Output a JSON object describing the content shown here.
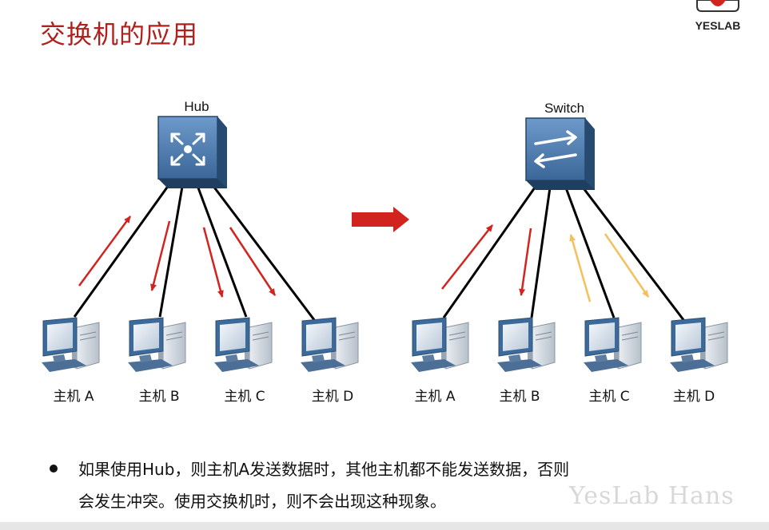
{
  "title": "交换机的应用",
  "logo": {
    "text": "YESLAB",
    "accent_color": "#d2241f"
  },
  "left_diagram": {
    "device_label": "Hub",
    "hosts": [
      "主机 A",
      "主机 B",
      "主机 C",
      "主机 D"
    ]
  },
  "right_diagram": {
    "device_label": "Switch",
    "hosts": [
      "主机 A",
      "主机 B",
      "主机 C",
      "主机 D"
    ]
  },
  "colors": {
    "title": "#b0201c",
    "red_arrow": "#d2241f",
    "yellow_arrow": "#f5c05a",
    "device": "#3c6a9a"
  },
  "bullet": {
    "line1": "如果使用Hub，则主机A发送数据时，其他主机都不能发送数据，否则",
    "line2": "会发生冲突。使用交换机时，则不会出现这种现象。"
  },
  "watermark": "YesLab Hans"
}
